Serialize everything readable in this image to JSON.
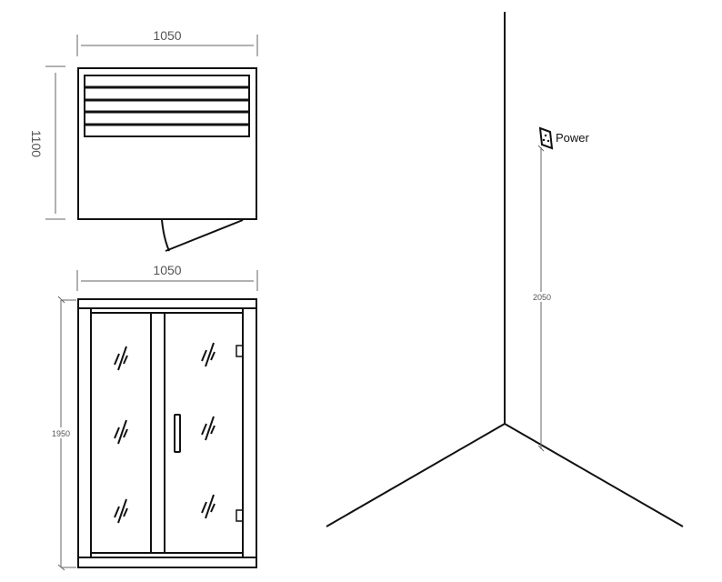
{
  "top_view": {
    "width_label": "1050",
    "depth_label": "1100",
    "bench_slats": 4
  },
  "front_view": {
    "width_label": "1050",
    "height_label": "1950",
    "glass_panels": 2,
    "glare_marks_per_panel": 3
  },
  "installation_view": {
    "outlet_label": "Power",
    "outlet_height_label": "2050"
  },
  "colors": {
    "line": "#111111",
    "dimension": "#666666",
    "background": "#ffffff"
  }
}
